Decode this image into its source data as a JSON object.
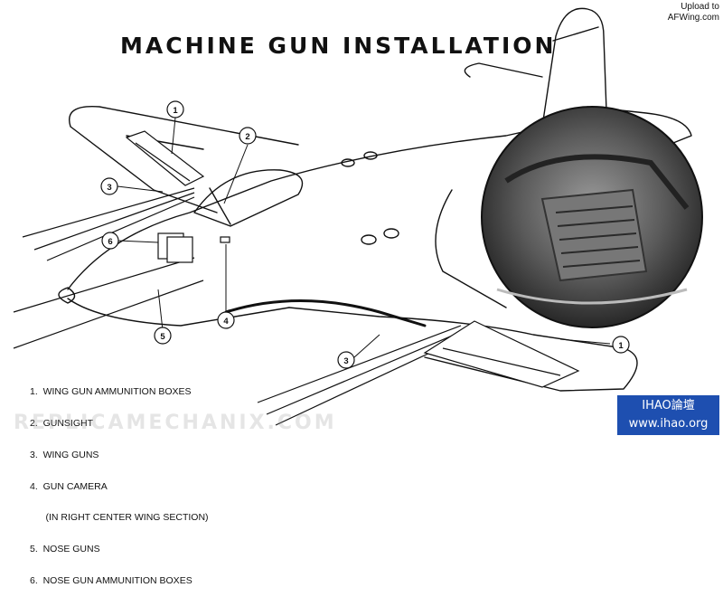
{
  "title": "MACHINE GUN INSTALLATION",
  "upload": {
    "line1": "Upload to",
    "line2": "AFWing.com"
  },
  "callouts": [
    "1",
    "2",
    "3",
    "6",
    "4",
    "5",
    "3",
    "1"
  ],
  "legend": [
    "1.  WING GUN AMMUNITION BOXES",
    "2.  GUNSIGHT",
    "3.  WING GUNS",
    "4.  GUN CAMERA",
    "      (IN RIGHT CENTER WING SECTION)",
    "5.  NOSE GUNS",
    "6.  NOSE GUN AMMUNITION BOXES"
  ],
  "watermark": "REPLICAMECHANIX.COM",
  "badge": {
    "line1": "IHAO論壇",
    "line2": "www.ihao.org"
  }
}
